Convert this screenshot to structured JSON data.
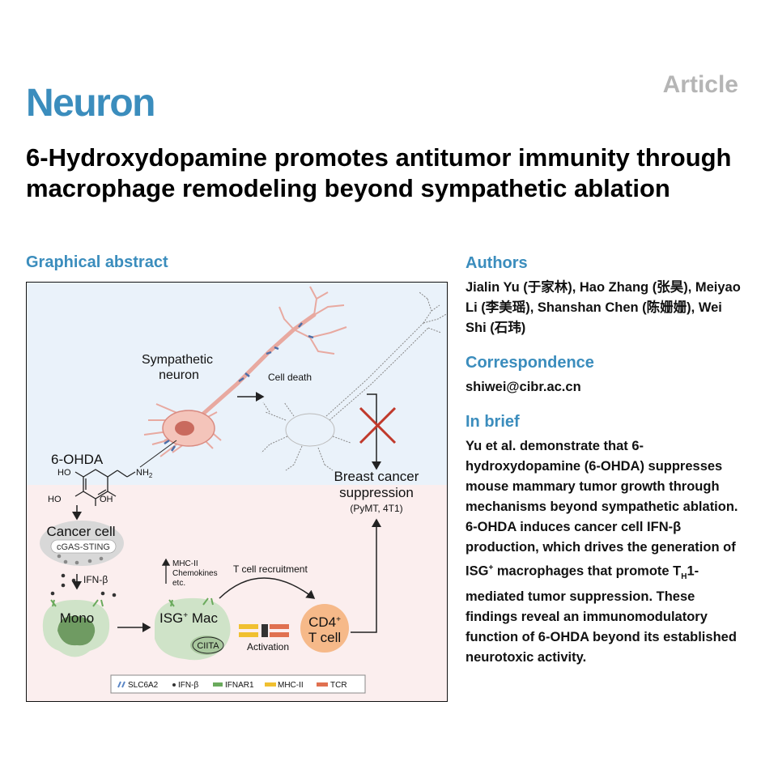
{
  "header": {
    "journal": "Neuron",
    "article_type": "Article",
    "title": "6-Hydroxydopamine promotes antitumor immunity through macrophage remodeling beyond sympathetic ablation"
  },
  "graphical_abstract": {
    "heading": "Graphical abstract",
    "labels": {
      "sympathetic_line1": "Sympathetic",
      "sympathetic_line2": "neuron",
      "cell_death": "Cell death",
      "drug": "6-OHDA",
      "ho_top": "HO",
      "ho_bottom": "HO",
      "oh": "OH",
      "nh2": "NH",
      "nh2_sub": "2",
      "breast_line1": "Breast cancer",
      "breast_line2": "suppression",
      "models": "(PyMT, 4T1)",
      "cancer_cell": "Cancer cell",
      "cgas": "cGAS-STING",
      "ifnb": "IFN-β",
      "mono": "Mono",
      "isg_mac": "ISG",
      "isg_mac_sup": "+",
      "isg_mac_suffix": " Mac",
      "ciita": "CIITA",
      "mhc_line1": "MHC-II",
      "mhc_line2": "Chemokines",
      "mhc_line3": "etc.",
      "t_recruit": "T cell recruitment",
      "activation": "Activation",
      "cd4": "CD4",
      "cd4_sup": "+",
      "tcell": "T cell"
    },
    "legend": [
      {
        "label": "SLC6A2",
        "color": "#5b86c5"
      },
      {
        "label": "IFN-β",
        "color": "#333333"
      },
      {
        "label": "IFNAR1",
        "color": "#6aaa5c"
      },
      {
        "label": "MHC-II",
        "color": "#f0c030"
      },
      {
        "label": "TCR",
        "color": "#e07050"
      }
    ]
  },
  "authors": {
    "heading": "Authors",
    "text": "Jialin Yu (于家林), Hao Zhang (张昊), Meiyao Li (李美瑶), Shanshan Chen (陈姗姗), Wei Shi (石玮)"
  },
  "correspondence": {
    "heading": "Correspondence",
    "email": "shiwei@cibr.ac.cn"
  },
  "in_brief": {
    "heading": "In brief",
    "part1": "Yu et al. demonstrate that 6-hydroxydopamine (6-OHDA) suppresses mouse mammary tumor growth through mechanisms beyond sympathetic ablation. 6-OHDA induces cancer cell IFN-β production, which drives the generation of ISG",
    "sup": "+",
    "part2": " macrophages that promote T",
    "sub": "H",
    "part3": "1-mediated tumor suppression. These findings reveal an immunomodulatory function of 6-OHDA beyond its established neurotoxic activity."
  },
  "colors": {
    "accent": "#3b8dbd",
    "article_gray": "#b5b5b5",
    "neuro_bg": "#eaf2fa",
    "tumor_bg": "#fbeeee"
  }
}
